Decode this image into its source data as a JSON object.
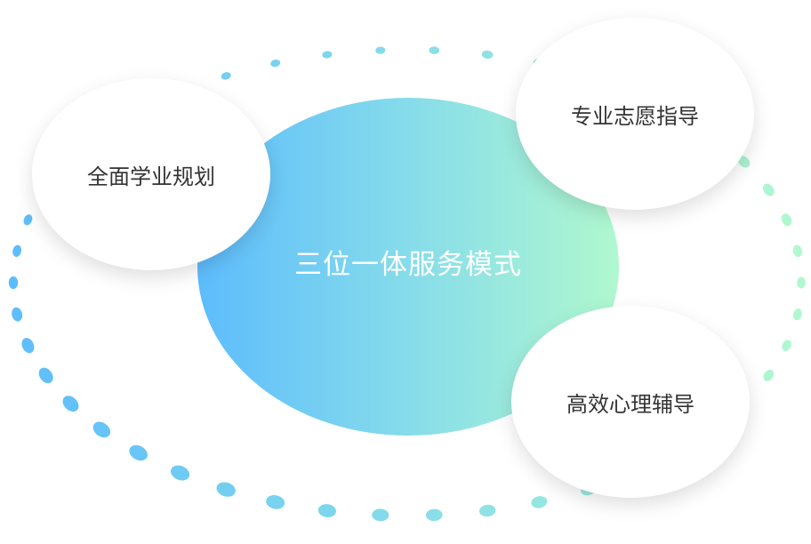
{
  "center": {
    "label": "三位一体服务模式"
  },
  "nodes": [
    {
      "label": "全面学业规划"
    },
    {
      "label": "专业志愿指导"
    },
    {
      "label": "高效心理辅导"
    }
  ],
  "colors": {
    "blue": "#5dbcfc",
    "cyan": "#86dcea",
    "green": "#b0f8cf",
    "text": "#333333"
  }
}
